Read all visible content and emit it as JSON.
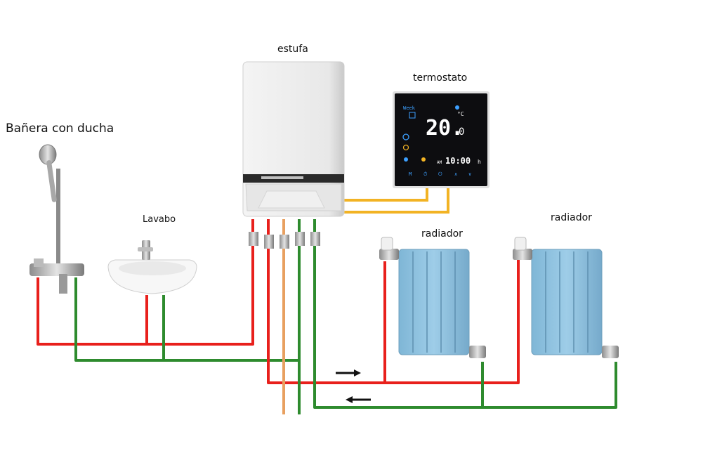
{
  "labels": {
    "shower": "Bañera con ducha",
    "sink": "Lavabo",
    "boiler": "estufa",
    "thermostat": "termostato",
    "radiator_1": "radiador",
    "radiator_2": "radiador"
  },
  "thermostat_display": {
    "mode": "Week",
    "temperature": "20.",
    "temperature_decimal": "0",
    "temperature_unit": "°C",
    "am_pm": "AM",
    "time": "10:00",
    "time_unit": "h",
    "bottom_buttons": [
      "M",
      "⏱",
      "⏻",
      "∧",
      "∨"
    ]
  },
  "colors": {
    "hot_pipe": "#e8201c",
    "return_pipe": "#2e8b2e",
    "gas_pipe": "#e8a060",
    "control_wire": "#f2b324",
    "radiator": "#8fc3e0",
    "thermostat_screen": "#0d0d10",
    "thermostat_accent": "#3da0ff"
  },
  "flow_arrows": [
    "right",
    "left"
  ]
}
